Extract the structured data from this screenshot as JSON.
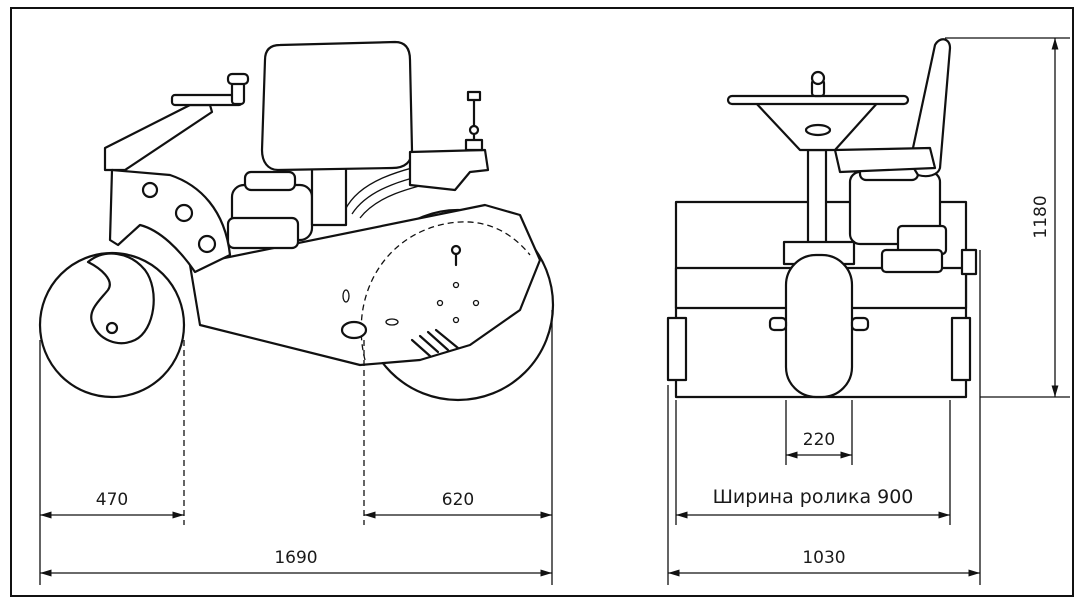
{
  "dimensions": {
    "front_wheel_offset": "470",
    "rear_roller_offset": "620",
    "overall_length": "1690",
    "overall_height": "1180",
    "front_wheel_width": "220",
    "roller_width": "Ширина ролика 900",
    "overall_width": "1030"
  }
}
